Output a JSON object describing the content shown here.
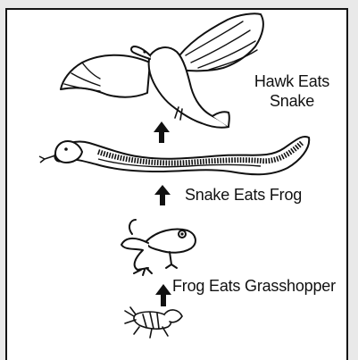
{
  "diagram": {
    "stages": [
      {
        "id": "hawk",
        "caption_lines": [
          "Hawk Eats",
          "Snake"
        ],
        "icon": "hawk-icon"
      },
      {
        "id": "snake",
        "caption": "Snake Eats Frog",
        "icon": "snake-icon"
      },
      {
        "id": "frog",
        "caption": "Frog Eats Grasshopper",
        "icon": "frog-icon"
      },
      {
        "id": "grasshopper",
        "icon": "grasshopper-icon"
      }
    ],
    "arrow_icon": "up-arrow-icon",
    "colors": {
      "ink": "#111111",
      "paper": "#ffffff",
      "frame": "#e9e9e9"
    }
  }
}
